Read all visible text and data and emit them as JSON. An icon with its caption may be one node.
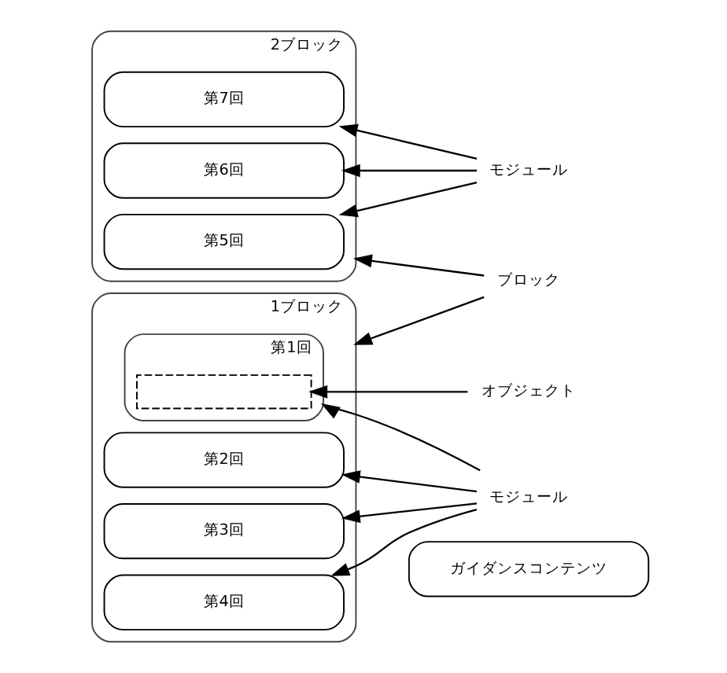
{
  "diagram": {
    "nodes": [
      {
        "text": [
          "ガイダンスコンテンツ"
        ]
      },
      {
        "text": [
          "1ブロック"
        ]
      },
      {
        "text": [
          "第1回"
        ],
        "in": 1
      },
      {
        "text": [],
        "shape": "box",
        "in": 2
      },
      {
        "text": [
          "第2回"
        ],
        "in": 1
      },
      {
        "text": [
          "第3回"
        ],
        "in": 1
      },
      {
        "text": [
          "第4回"
        ],
        "in": 1
      },
      {
        "text": [
          "2ブロック"
        ]
      },
      {
        "text": [
          "第5回"
        ],
        "in": 7
      },
      {
        "text": [
          "第6回"
        ],
        "in": 7
      },
      {
        "text": [
          "第7回"
        ],
        "in": 7
      },
      {
        "text": [
          "ブロック"
        ]
      },
      {
        "text": [
          "オブジェクト"
        ]
      },
      {
        "text": [
          "モジュール"
        ]
      },
      {
        "text": [
          "モジュール"
        ]
      }
    ],
    "edges": [
      {
        "from": 11,
        "to": 1,
        "arrow": "to"
      },
      {
        "from": 11,
        "to": 7,
        "arrow": "to"
      },
      {
        "from": 12,
        "to": 3,
        "arrow": "to"
      },
      {
        "from": 13,
        "to": 2,
        "arrow": "to"
      },
      {
        "from": 13,
        "to": 4,
        "arrow": "to"
      },
      {
        "from": 13,
        "to": 5,
        "arrow": "to"
      },
      {
        "from": 13,
        "to": 6,
        "arrow": "to"
      },
      {
        "from": 14,
        "to": 8,
        "arrow": "to"
      },
      {
        "from": 14,
        "to": 9,
        "arrow": "to"
      },
      {
        "from": 14,
        "to": 10,
        "arrow": "to"
      }
    ]
  }
}
